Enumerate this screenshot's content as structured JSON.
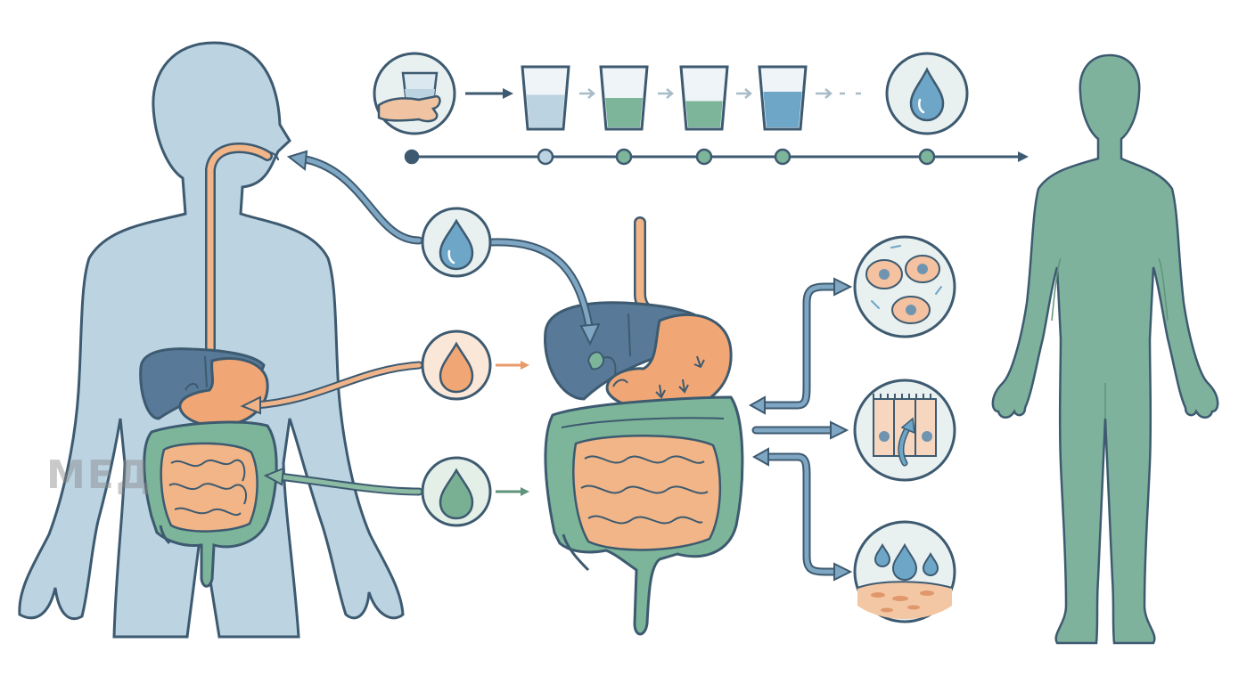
{
  "watermark": {
    "text": "МЕД"
  },
  "colors": {
    "outline": "#3d5a70",
    "body_left": "#bcd3e2",
    "body_right": "#7fb29d",
    "liver": "#587a98",
    "stomach": "#f0a775",
    "intestine_small": "#f1b587",
    "colon": "#7db59a",
    "water_blue": "#6ea6c7",
    "water_green": "#79b093",
    "arrow_blue": "#5e89a8",
    "arrow_orange": "#e89a6a",
    "arrow_green": "#6fa589",
    "circle_bg": "#e8f0f0"
  },
  "icons": [
    "hand-holding-glass-icon",
    "water-drop-blue-icon",
    "water-drop-orange-icon",
    "water-drop-green-icon",
    "cells-icon",
    "epithelium-absorption-icon",
    "skin-hydration-icon"
  ],
  "timeline": {
    "glass_levels": [
      0.55,
      0.5,
      0.45,
      0.6
    ],
    "glass_fill_colors": [
      "#bcd3e2",
      "#7db59a",
      "#7db59a",
      "#6ea6c7"
    ],
    "node_count": 6
  }
}
